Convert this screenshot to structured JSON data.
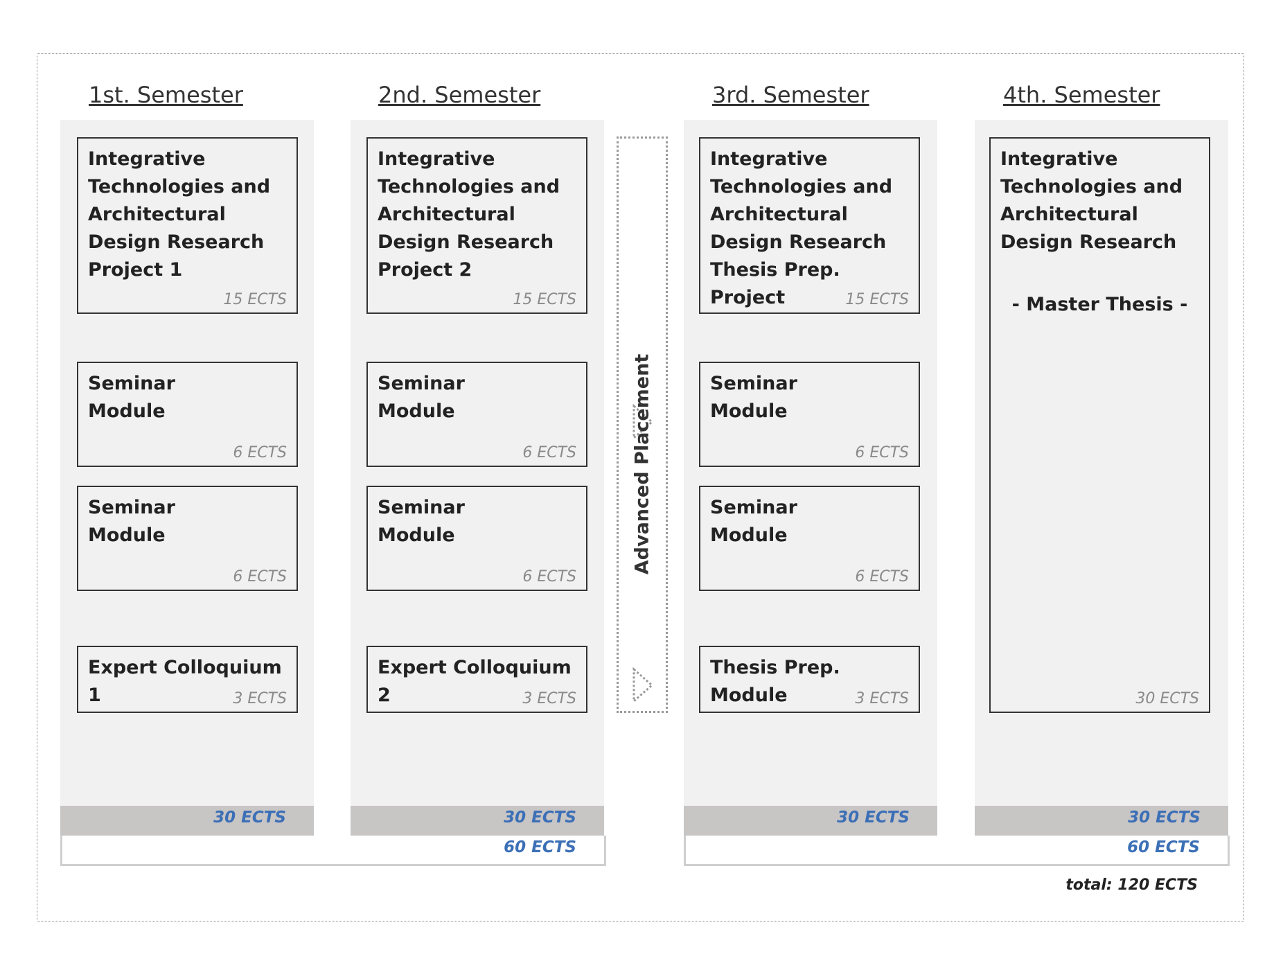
{
  "semesters": [
    {
      "title": "1st. Semester",
      "total": "30 ECTS",
      "modules": [
        {
          "label": "Integrative Technologies and Architectural Design Research Project 1",
          "ects": "15 ECTS"
        },
        {
          "label": "Seminar Module",
          "ects": "6 ECTS"
        },
        {
          "label": "Seminar Module",
          "ects": "6 ECTS"
        },
        {
          "label": "Expert Colloquium 1",
          "ects": "3 ECTS"
        }
      ]
    },
    {
      "title": "2nd. Semester",
      "total": "30 ECTS",
      "modules": [
        {
          "label": "Integrative Technologies and Architectural Design Research Project 2",
          "ects": "15 ECTS"
        },
        {
          "label": "Seminar Module",
          "ects": "6 ECTS"
        },
        {
          "label": "Seminar Module",
          "ects": "6 ECTS"
        },
        {
          "label": "Expert Colloquium 2",
          "ects": "3 ECTS"
        }
      ]
    },
    {
      "title": "3rd. Semester",
      "total": "30 ECTS",
      "modules": [
        {
          "label": "Integrative Technologies and Architectural Design Research Thesis Prep. Project",
          "ects": "15 ECTS"
        },
        {
          "label": "Seminar Module",
          "ects": "6 ECTS"
        },
        {
          "label": "Seminar Module",
          "ects": "6 ECTS"
        },
        {
          "label": "Thesis Prep. Module",
          "ects": "3 ECTS"
        }
      ]
    },
    {
      "title": "4th. Semester",
      "total": "30 ECTS",
      "modules": [
        {
          "label": "Integrative Technologies and Architectural Design Research",
          "extra": "- Master Thesis -",
          "ects": "30 ECTS"
        }
      ]
    }
  ],
  "year_totals": [
    "60 ECTS",
    "60 ECTS"
  ],
  "advanced_placement": {
    "label": "Advanced Placement",
    "icon": "triangle-arrow-icon"
  },
  "grand_total": "total: 120 ECTS"
}
